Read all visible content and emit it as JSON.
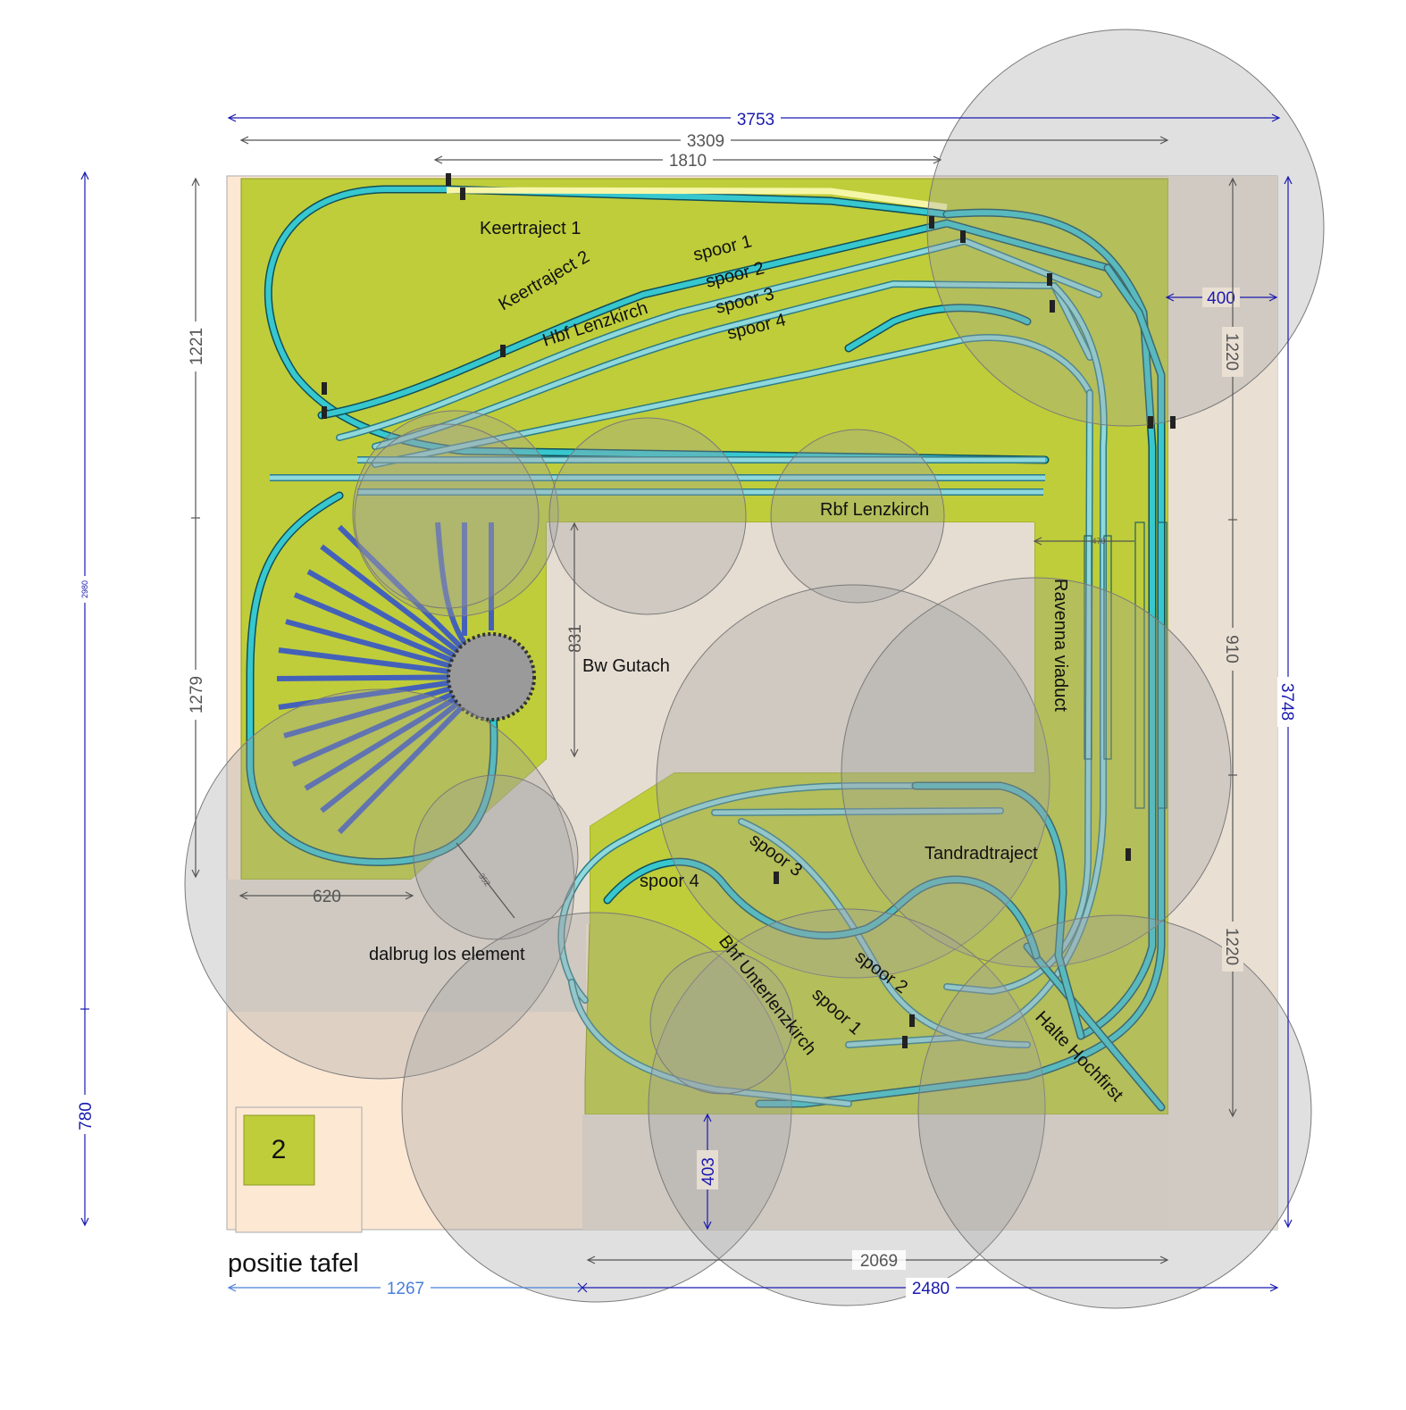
{
  "labels": {
    "keertraject1": "Keertraject 1",
    "keertraject2": "Keertraject 2",
    "hbf": "Hbf Lenzkirch",
    "spoor1_top": "spoor 1",
    "spoor2_top": "spoor 2",
    "spoor3_top": "spoor 3",
    "spoor4_top": "spoor 4",
    "rbf": "Rbf Lenzkirch",
    "bw": "Bw Gutach",
    "ravenna": "Ravenna viaduct",
    "tandrad": "Tandradtraject",
    "spoor4_bot": "spoor 4",
    "spoor3_bot": "spoor 3",
    "spoor2_bot": "spoor 2",
    "spoor1_bot": "spoor 1",
    "bhf": "Bhf Unterlenzkirch",
    "halte": "Halte Hochfirst",
    "dalbrug": "dalbrug los element",
    "positie": "positie tafel",
    "table_number": "2"
  },
  "dimensions": {
    "d3753": "3753",
    "d3309": "3309",
    "d1810": "1810",
    "d1221": "1221",
    "d1279": "1279",
    "d620": "620",
    "d352": "352",
    "d831": "831",
    "d470": "470",
    "d400": "400",
    "d1220a": "1220",
    "d910": "910",
    "d1220b": "1220",
    "d3748": "3748",
    "d2980": "2980",
    "d780": "780",
    "d403": "403",
    "d2069": "2069",
    "d1267": "1267",
    "d2480": "2480"
  },
  "colors": {
    "board": "#bfcd3a",
    "base": "#fde8d4",
    "track": "#37c7cf",
    "track_edge": "#0f4f5a",
    "yard": "#2f4fd0",
    "dim_blue": "#1a1ab0",
    "dim_grey": "#555555"
  }
}
